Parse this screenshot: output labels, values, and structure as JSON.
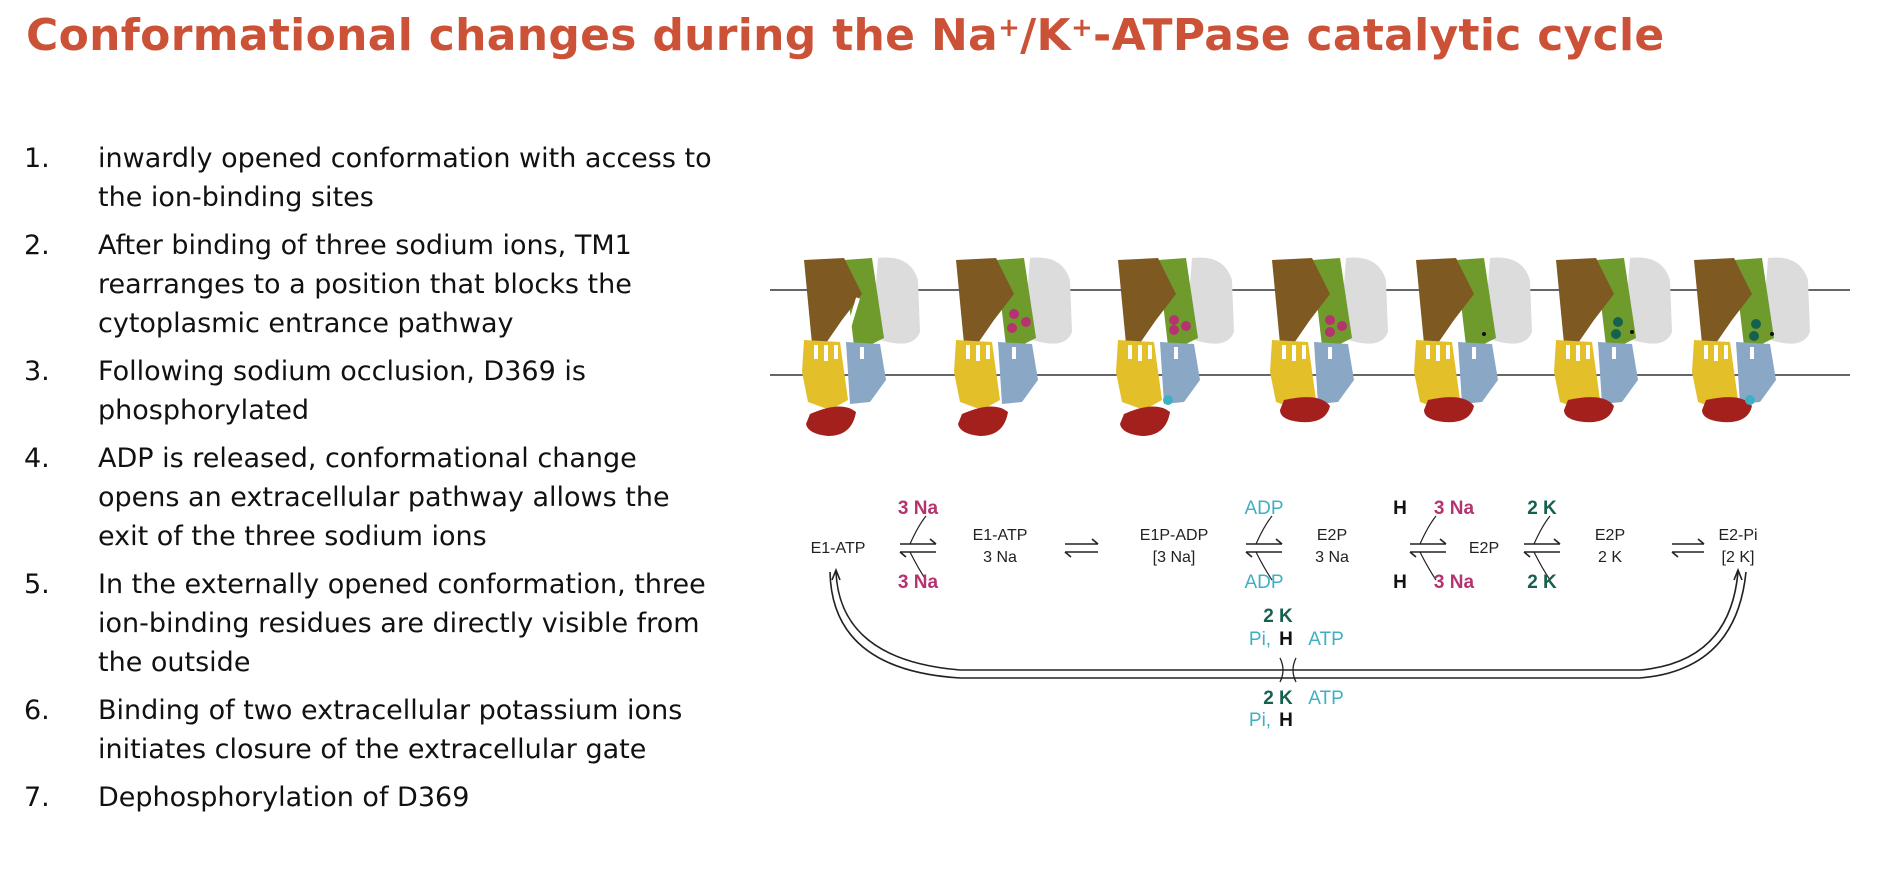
{
  "slide": {
    "title_parts": [
      "Conformational changes during the Na",
      "+",
      "/K",
      "+",
      "-ATPase catalytic cycle"
    ],
    "steps": [
      {
        "num": "1.",
        "text": "inwardly opened conformation with access to the ion-binding sites"
      },
      {
        "num": "2.",
        "text": "After binding of three sodium ions, TM1 rearranges to a position that blocks the cytoplasmic entrance pathway"
      },
      {
        "num": "3.",
        "text": "Following sodium occlusion, D369 is phosphorylated"
      },
      {
        "num": "4.",
        "text": "ADP is released, conformational change opens an extracellular pathway allows the exit of the three sodium ions"
      },
      {
        "num": "5.",
        "text": "In the externally opened conformation, three ion-binding residues are directly visible from the outside"
      },
      {
        "num": "6.",
        "text": "Binding of two extracellular potassium ions initiates closure of the extracellular gate"
      },
      {
        "num": "7.",
        "text": "Dephosphorylation of D369"
      }
    ]
  },
  "diagram": {
    "states": [
      {
        "line1": "E1-ATP",
        "line2": ""
      },
      {
        "line1": "E1-ATP",
        "line2": "3 Na"
      },
      {
        "line1": "E1P-ADP",
        "line2": "[3 Na]"
      },
      {
        "line1": "E2P",
        "line2": "3 Na"
      },
      {
        "line1": "E2P",
        "line2": ""
      },
      {
        "line1": "E2P",
        "line2": "2 K"
      },
      {
        "line1": "E2-Pi",
        "line2": "[2 K]"
      }
    ],
    "transitions": {
      "t1_top": "3 Na",
      "t1_bottom": "3 Na",
      "t3_top": "ADP",
      "t3_bottom": "ADP",
      "t4_top_h": "H",
      "t4_top_na": "3 Na",
      "t4_bottom_h": "H",
      "t4_bottom_na": "3 Na",
      "t5_top": "2 K",
      "t5_bottom": "2 K"
    },
    "return_path": {
      "top_k": "2 K",
      "top_pi": "Pi,",
      "top_h": "H",
      "top_atp": "ATP",
      "bottom_k": "2 K",
      "bottom_atp": "ATP",
      "bottom_pi": "Pi,",
      "bottom_h": "H"
    },
    "colors": {
      "sodium": "#b5336f",
      "potassium": "#15614f",
      "adp_atp_pi": "#3fb0c4",
      "transmembrane_light": "#dcdcdc",
      "transmembrane_green": "#6f9a2c",
      "transmembrane_brown": "#7e5a22",
      "a_domain": "#e3bf2a",
      "p_domain": "#8aa8c6",
      "n_domain": "#a3201d"
    }
  }
}
